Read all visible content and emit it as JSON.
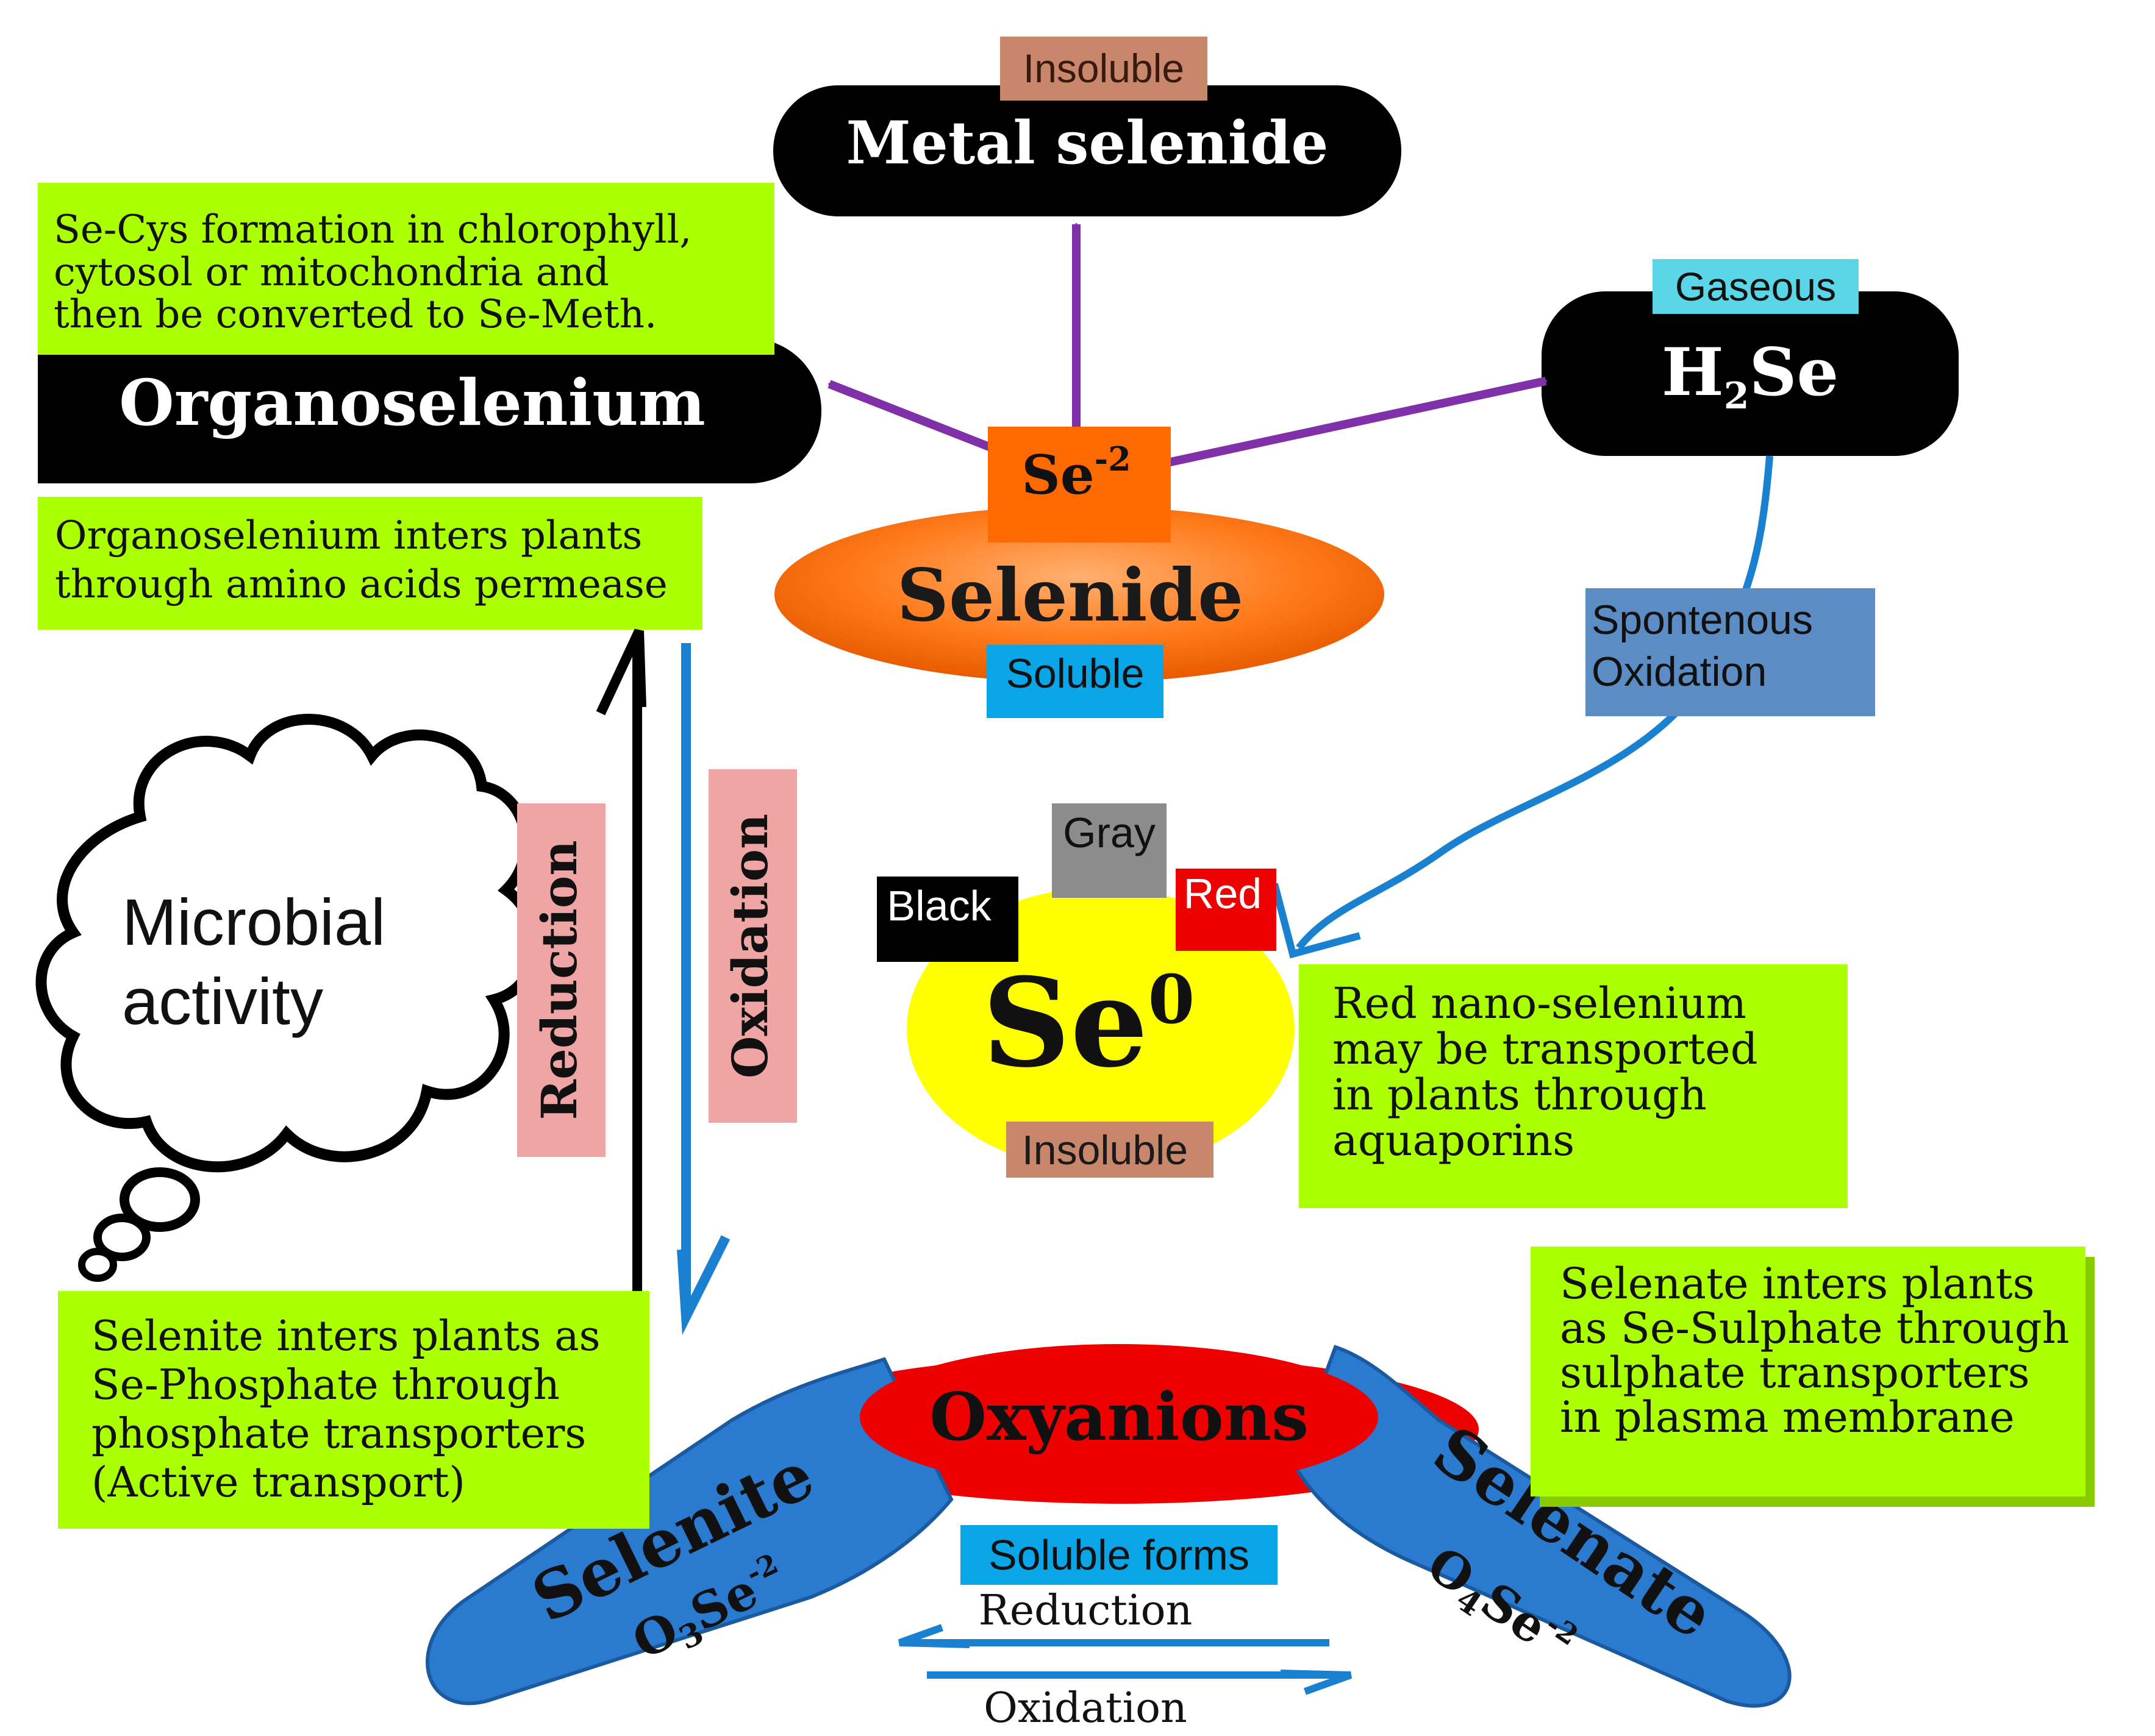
{
  "labels": {
    "metal_selenide": "Metal selenide",
    "metal_selenide_tag": "Insoluble",
    "h2se_h": "H",
    "h2se_sub": "2",
    "h2se_se": "Se",
    "h2se_tag": "Gaseous",
    "organoselenium": "Organoselenium",
    "selenide": "Selenide",
    "selenide_tag": "Soluble",
    "se_minus2": "Se",
    "se_minus2_sup": "-2",
    "spontaneous_line1": "Spontenous",
    "spontaneous_line2": "Oxidation",
    "se0": "Se",
    "se0_sup": "0",
    "allotrope_gray": "Gray",
    "allotrope_black": "Black",
    "allotrope_red": "Red",
    "se0_tag": "Insoluble",
    "microbial_line1": "Microbial",
    "microbial_line2": "activity",
    "reduction_vertical": "Reduction",
    "oxidation_vertical": "Oxidation",
    "oxyanions": "Oxyanions",
    "selenite": "Selenite",
    "selenite_formula_o": "O",
    "selenite_formula_n": "3",
    "selenite_formula_se": "Se",
    "selenite_formula_sup": "-2",
    "selenate": "Selenate",
    "selenate_formula_o": "O",
    "selenate_formula_n": "4",
    "selenate_formula_se": "Se",
    "selenate_formula_sup": "-2",
    "soluble_forms": "Soluble forms",
    "reduction_horizontal": "Reduction",
    "oxidation_horizontal": "Oxidation"
  },
  "notes": {
    "secys_line1": "Se-Cys formation in chlorophyll,",
    "secys_line2": "cytosol or mitochondria and",
    "secys_line3": "then be converted to Se-Meth.",
    "organo_line1": "Organoselenium inters plants",
    "organo_line2": "through amino acids permease",
    "red_nano_line1": "Red nano-selenium",
    "red_nano_line2": "may be transported",
    "red_nano_line3": "in plants through",
    "red_nano_line4": "aquaporins",
    "selenite_line1": "Selenite inters plants as",
    "selenite_line2": "Se-Phosphate through",
    "selenite_line3": "phosphate transporters",
    "selenite_line4": "(Active transport)",
    "selenate_line1": "Selenate inters plants",
    "selenate_line2": "as Se-Sulphate through",
    "selenate_line3": "sulphate transporters",
    "selenate_line4": "in plasma membrane"
  },
  "colors": {
    "note_green": "#aaff00",
    "tag_brown": "#c8876b",
    "tag_cyan": "#5bd6e8",
    "tag_blue": "#0aa5e6",
    "pink": "#f0a5a5",
    "orange": "#ff6a00",
    "yellow": "#ffff00",
    "red": "#ee0000",
    "blue_band": "#2a7ad0",
    "purple": "#8030a8",
    "arrow_blue": "#1a80d0",
    "steel_blue": "#5c8cc4",
    "gray": "#8c8c8c"
  }
}
